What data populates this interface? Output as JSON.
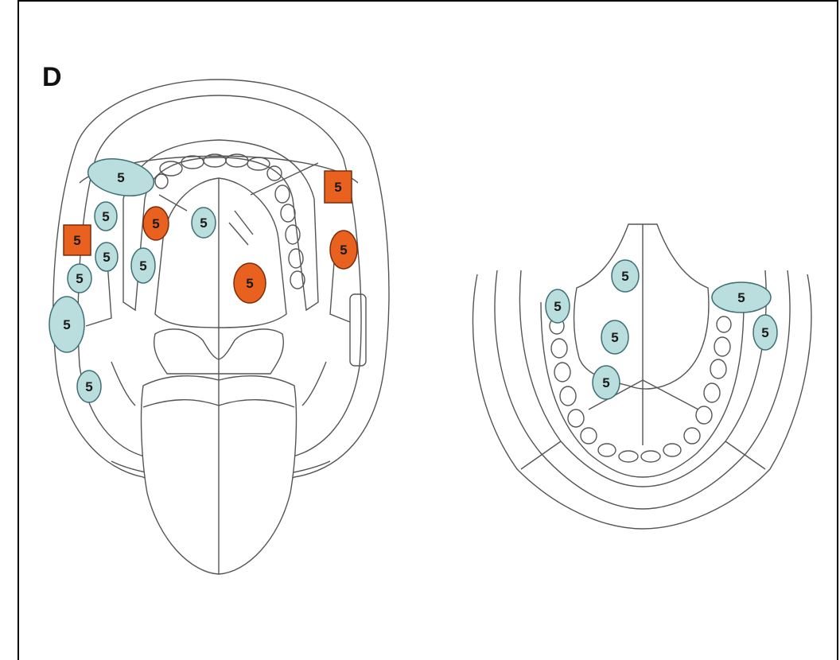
{
  "panel_label": "D",
  "colors": {
    "lesion_blue": "#b9dedd",
    "lesion_blue_stroke": "#3f6f75",
    "lesion_orange": "#e8611f",
    "lesion_orange_stroke": "#7a2c0b"
  },
  "upper_view": {
    "lesions": [
      {
        "shape": "ellipse",
        "color": "blue",
        "label": "5"
      },
      {
        "shape": "ellipse",
        "color": "blue",
        "label": "5"
      },
      {
        "shape": "ellipse",
        "color": "orange",
        "label": "5"
      },
      {
        "shape": "ellipse",
        "color": "blue",
        "label": "5"
      },
      {
        "shape": "square",
        "color": "orange",
        "label": "5"
      },
      {
        "shape": "ellipse",
        "color": "blue",
        "label": "5"
      },
      {
        "shape": "ellipse",
        "color": "blue",
        "label": "5"
      },
      {
        "shape": "ellipse",
        "color": "blue",
        "label": "5"
      },
      {
        "shape": "ellipse",
        "color": "blue",
        "label": "5"
      },
      {
        "shape": "ellipse",
        "color": "blue",
        "label": "5"
      },
      {
        "shape": "square",
        "color": "orange",
        "label": "5"
      },
      {
        "shape": "ellipse",
        "color": "orange",
        "label": "5"
      },
      {
        "shape": "ellipse",
        "color": "orange",
        "label": "5"
      }
    ]
  },
  "lower_view": {
    "lesions": [
      {
        "shape": "ellipse",
        "color": "blue",
        "label": "5"
      },
      {
        "shape": "ellipse",
        "color": "blue",
        "label": "5"
      },
      {
        "shape": "ellipse",
        "color": "blue",
        "label": "5"
      },
      {
        "shape": "ellipse",
        "color": "blue",
        "label": "5"
      },
      {
        "shape": "ellipse",
        "color": "blue",
        "label": "5"
      },
      {
        "shape": "ellipse",
        "color": "blue",
        "label": "5"
      }
    ]
  }
}
